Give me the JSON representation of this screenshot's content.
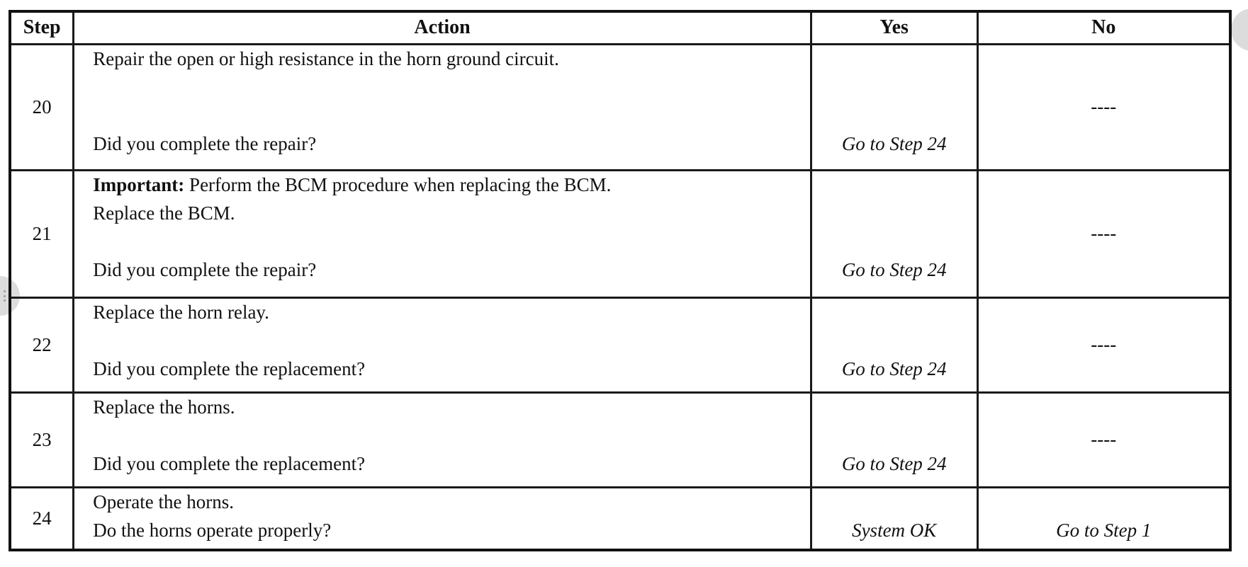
{
  "table": {
    "headers": {
      "step": "Step",
      "action": "Action",
      "yes": "Yes",
      "no": "No"
    },
    "rows": [
      {
        "step": "20",
        "lines": [
          "Repair the open or high resistance in the horn ground circuit.",
          "Did you complete the repair?"
        ],
        "yes": "Go to Step 24",
        "no": "----"
      },
      {
        "step": "21",
        "important_label": "Important:",
        "important_text": " Perform the BCM procedure when replacing the BCM.",
        "lines": [
          "Replace the BCM.",
          "Did you complete the repair?"
        ],
        "yes": "Go to Step 24",
        "no": "----"
      },
      {
        "step": "22",
        "lines": [
          "Replace the horn relay.",
          "Did you complete the replacement?"
        ],
        "yes": "Go to Step 24",
        "no": "----"
      },
      {
        "step": "23",
        "lines": [
          "Replace the horns.",
          "Did you complete the replacement?"
        ],
        "yes": "Go to Step 24",
        "no": "----"
      },
      {
        "step": "24",
        "lines": [
          "Operate the horns.",
          "Do the horns operate properly?"
        ],
        "yes": "System OK",
        "no": "Go to Step 1"
      }
    ]
  }
}
